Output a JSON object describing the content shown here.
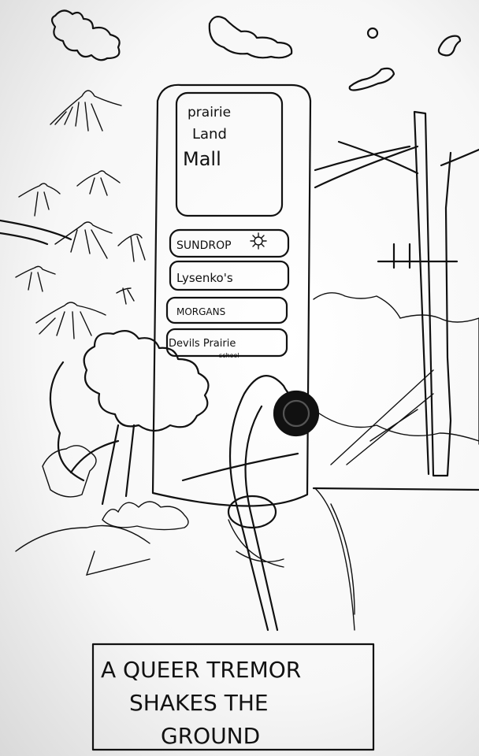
{
  "sign": {
    "title_line1": "prairie",
    "title_line2": "Land",
    "title_line3": "Mall",
    "stores": [
      {
        "label": "SUNDROP"
      },
      {
        "label": "Lysenko's"
      },
      {
        "label": "MORGANS"
      },
      {
        "label": "Devils Prairie",
        "sublabel": "school"
      }
    ]
  },
  "caption": {
    "line1": "A QUEER TREMOR",
    "line2": "SHAKES THE",
    "line3": "GROUND"
  }
}
